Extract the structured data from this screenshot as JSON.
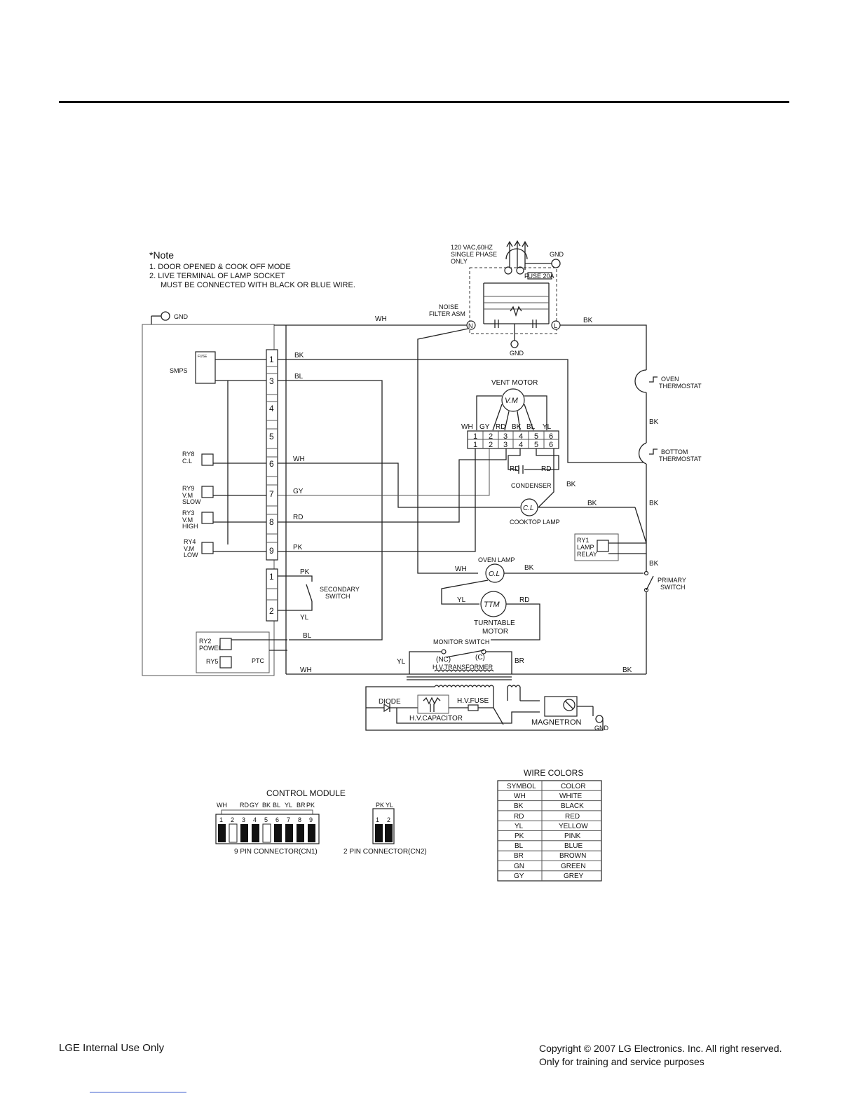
{
  "note": {
    "title": "*Note",
    "lines": [
      "1. DOOR OPENED & COOK OFF MODE",
      "2. LIVE TERMINAL OF LAMP SOCKET",
      "MUST BE CONNECTED WITH BLACK OR BLUE WIRE."
    ]
  },
  "power": {
    "supply_lines": [
      "120 VAC,60HZ",
      "SINGLE PHASE",
      "ONLY"
    ],
    "gnd": "GND",
    "fuse": "FUSE 20A",
    "noise_filter": [
      "NOISE",
      "FILTER ASM"
    ],
    "n": "N",
    "l": "L"
  },
  "wires": {
    "wh": "WH",
    "bk": "BK",
    "bl": "BL",
    "gy": "GY",
    "rd": "RD",
    "pk": "PK",
    "yl": "YL",
    "br": "BR"
  },
  "control": {
    "gnd": "GND",
    "smps": "SMPS",
    "fuse": "FUSE",
    "cn1_pins": [
      "1",
      "3",
      "4",
      "5",
      "6",
      "7",
      "8",
      "9"
    ],
    "cn2_pins": [
      "1",
      "2"
    ],
    "relays": {
      "ry8": [
        "RY8",
        "C.L"
      ],
      "ry9": [
        "RY9",
        "V.M",
        "SLOW"
      ],
      "ry3": [
        "RY3",
        "V.M",
        "HIGH"
      ],
      "ry4": [
        "RY4",
        "V.M",
        "LOW"
      ],
      "ry2": [
        "RY2",
        "POWER"
      ],
      "ry5": "RY5",
      "ptc": "PTC"
    }
  },
  "components": {
    "vent_motor": "VENT MOTOR",
    "vm_symbol": "V.M",
    "vm_wire_labels": [
      "WH",
      "GY",
      "RD",
      "BK",
      "BL",
      "YL"
    ],
    "vm_pins": [
      "1",
      "2",
      "3",
      "4",
      "5",
      "6"
    ],
    "condenser": "CONDENSER",
    "cooktop_lamp": "COOKTOP LAMP",
    "cl_symbol": "C.L",
    "oven_lamp": "OVEN LAMP",
    "ol_symbol": "O.L",
    "turntable_motor": [
      "TURNTABLE",
      "MOTOR"
    ],
    "ttm_symbol": "TTM",
    "oven_thermostat": [
      "OVEN",
      "THERMOSTAT"
    ],
    "bottom_thermostat": [
      "BOTTOM",
      "THERMOSTAT"
    ],
    "lamp_relay": [
      "RY1",
      "LAMP",
      "RELAY"
    ],
    "primary_switch": [
      "PRIMARY",
      "SWITCH"
    ],
    "secondary_switch": [
      "SECONDARY",
      "SWITCH"
    ],
    "monitor_switch": "MONITOR SWITCH",
    "nc": "(NC)",
    "c": "(C)",
    "hv_transformer": "H.V.TRANSFORMER",
    "diode": "DIODE",
    "hv_fuse": "H.V.FUSE",
    "hv_capacitor": "H.V.CAPACITOR",
    "magnetron": "MAGNETRON",
    "gnd": "GND"
  },
  "control_module": {
    "title": "CONTROL  MODULE",
    "cn1_labels": [
      "WH",
      "RD",
      "GY",
      "BK",
      "BL",
      "YL",
      "BR",
      "PK"
    ],
    "cn1_numbers": [
      "1",
      "2",
      "3",
      "4",
      "5",
      "6",
      "7",
      "8",
      "9"
    ],
    "cn1_caption": "9 PIN  CONNECTOR(CN1)",
    "cn2_labels": [
      "PK",
      "YL"
    ],
    "cn2_numbers": [
      "1",
      "2"
    ],
    "cn2_caption": "2 PIN  CONNECTOR(CN2)"
  },
  "wire_colors": {
    "title": "WIRE  COLORS",
    "headers": [
      "SYMBOL",
      "COLOR"
    ],
    "rows": [
      [
        "WH",
        "WHITE"
      ],
      [
        "BK",
        "BLACK"
      ],
      [
        "RD",
        "RED"
      ],
      [
        "YL",
        "YELLOW"
      ],
      [
        "PK",
        "PINK"
      ],
      [
        "BL",
        "BLUE"
      ],
      [
        "BR",
        "BROWN"
      ],
      [
        "GN",
        "GREEN"
      ],
      [
        "GY",
        "GREY"
      ]
    ]
  },
  "footer": {
    "left": "LGE Internal Use Only",
    "right_line1": "Copyright © 2007 LG Electronics. Inc. All right reserved.",
    "right_line2": "Only for training and service purposes"
  }
}
